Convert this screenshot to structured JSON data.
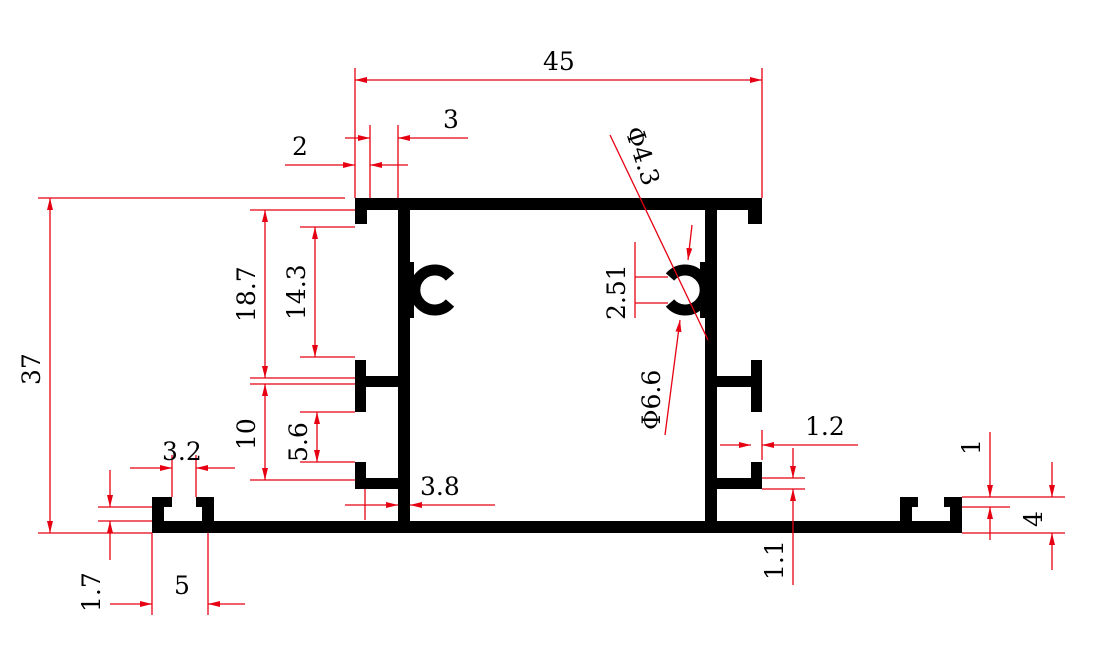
{
  "drawing": {
    "colors": {
      "dimension": "#e60012",
      "profile": "#000000"
    },
    "dimensions": {
      "overall_width": "45",
      "lip_width": "3",
      "lip_gap": "2",
      "small_hole_dia": "Φ4.3",
      "overall_height": "37",
      "height_upper": "18.7",
      "height_clip": "14.3",
      "slot_opening": "2.51",
      "large_hole_dia": "Φ6.6",
      "flange_spacing": "10",
      "flange_gap": "5.6",
      "wall_thickness": "3.8",
      "right_flange_thk": "1.2",
      "right_channel_lip": "1",
      "right_channel_height": "4",
      "base_thickness": "1.1",
      "left_channel_opening": "3.2",
      "left_channel_lip": "1.7",
      "left_channel_width": "5"
    }
  }
}
